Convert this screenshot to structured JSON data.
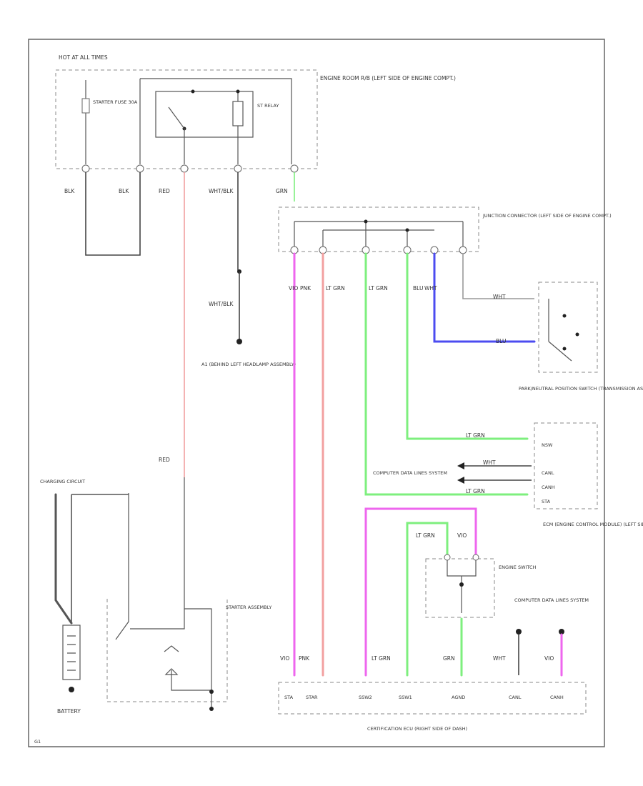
{
  "colors": {
    "red": "#f2a0a0",
    "pink": "#ee66ee",
    "green": "#7eef7e",
    "blue": "#4c4cf0",
    "black": "#444444"
  },
  "modules": {
    "fuse_block": {
      "title": "HOT AT ALL TIMES",
      "fuse": "STARTER FUSE 30A"
    },
    "engine_room_rb": {
      "title": "ENGINE ROOM R/B (LEFT SIDE OF ENGINE COMPT.)",
      "relay": "ST RELAY"
    },
    "junction_connector": {
      "title": "JUNCTION CONNECTOR (LEFT SIDE OF ENGINE COMPT.)"
    },
    "ground_point": {
      "title": "A1 (BEHIND LEFT HEADLAMP ASSEMBLY)"
    },
    "pnp_switch": {
      "title": "PARK/NEUTRAL POSITION SWITCH (TRANSMISSION ASSEMBLY)"
    },
    "ecm": {
      "title": "ECM (ENGINE CONTROL MODULE) (LEFT SIDE OF ENGINE COMPT.)",
      "pins": [
        "NSW",
        "CANL",
        "CANH",
        "STA"
      ]
    },
    "cdl_system": {
      "title": "COMPUTER DATA LINES SYSTEM"
    },
    "engine_switch": {
      "title": "ENGINE SWITCH"
    },
    "cdl_system_2": {
      "title": "COMPUTER DATA LINES SYSTEM"
    },
    "starter": {
      "title": "STARTER ASSEMBLY"
    },
    "battery": {
      "title": "BATTERY"
    },
    "charging": {
      "title": "CHARGING CIRCUIT"
    },
    "cert_ecu": {
      "title": "CERTIFICATION ECU (RIGHT SIDE OF DASH)",
      "pins": [
        "STA",
        "STAR",
        "SSW2",
        "SSW1",
        "AGND",
        "CANL",
        "CANH"
      ]
    }
  },
  "wire_labels": {
    "blk_1": "BLK",
    "blk_2": "BLK",
    "red_1": "RED",
    "wht_blk_1": "WHT/BLK",
    "grn_1": "GRN",
    "wht_blk_2": "WHT/BLK",
    "red_2": "RED",
    "vio": "VIO",
    "pnk": "PNK",
    "lt_grn_1": "LT GRN",
    "lt_grn_2": "LT GRN",
    "blu": "BLU",
    "wht_1": "WHT",
    "wht_2": "WHT",
    "blu_2": "BLU",
    "lt_grn_3": "LT GRN",
    "wht_3": "WHT",
    "lt_grn_4": "LT GRN",
    "lt_grn_5": "LT GRN",
    "vio_2": "VIO",
    "vio_3": "VIO",
    "pnk_2": "PNK",
    "lt_grn_6": "LT GRN",
    "grn_2": "GRN",
    "wht_4": "WHT",
    "vio_4": "VIO"
  },
  "footer": {
    "code": "G1"
  }
}
